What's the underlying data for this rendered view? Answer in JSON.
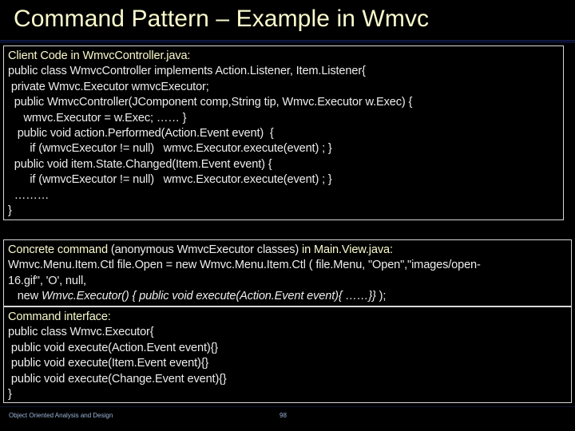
{
  "slide": {
    "title": "Command Pattern – Example in Wmvc",
    "colors": {
      "background": "#000000",
      "title_text": "#FAFACD",
      "code_text": "#EDEDED",
      "heading_text": "#FAFACD",
      "box_border": "#D8D8D8",
      "footer_text": "#9CB4D8",
      "title_rule": "#0A0E2E"
    }
  },
  "client_box": {
    "heading": "Client Code in WmvcController.java:",
    "lines": [
      "public class WmvcController implements Action.Listener, Item.Listener{",
      " private Wmvc.Executor wmvcExecutor;",
      "  public WmvcController(JComponent comp,String tip, Wmvc.Executor w.Exec) {",
      "     wmvc.Executor = w.Exec; …… }",
      "   public void action.Performed(Action.Event event)  {",
      "       if (wmvcExecutor != null)   wmvc.Executor.execute(event) ; }",
      "  public void item.State.Changed(Item.Event event) {",
      "       if (wmvcExecutor != null)   wmvc.Executor.execute(event) ; }",
      "  ………",
      "}"
    ]
  },
  "concrete_box": {
    "heading_part1": "Concrete command ",
    "heading_part2": "(anonymous WmvcExecutor classes)",
    "heading_part3": " in Main.View.java:",
    "lines": [
      "Wmvc.Menu.Item.Ctl file.Open = new Wmvc.Menu.Item.Ctl ( file.Menu, \"Open\",\"images/open-",
      "16.gif\", 'O', null,"
    ],
    "italic_line_prefix": "   new ",
    "italic_line_body": "Wmvc.Executor() { public void execute(Action.Event event){ ……}}",
    "italic_line_suffix": " );"
  },
  "interface_box": {
    "heading": "Command interface:",
    "lines": [
      "public class Wmvc.Executor{",
      " public void execute(Action.Event event){}",
      " public void execute(Item.Event event){}",
      " public void execute(Change.Event event){}",
      "}"
    ]
  },
  "footer": {
    "course": "Object Oriented Analysis and Design",
    "page_number": "98"
  }
}
